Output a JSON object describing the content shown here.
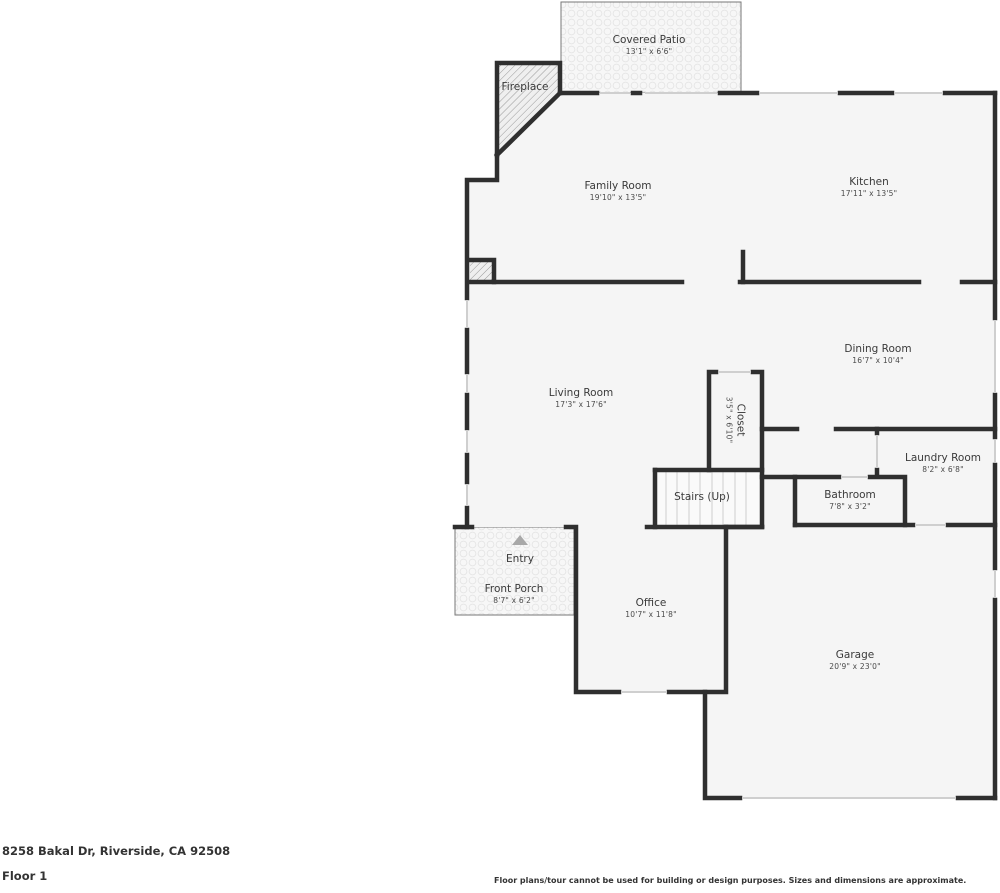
{
  "floorplan": {
    "rooms": [
      {
        "id": "covered-patio",
        "name": "Covered Patio",
        "dimensions": "13'1\" x 6'6\""
      },
      {
        "id": "fireplace",
        "name": "Fireplace",
        "dimensions": ""
      },
      {
        "id": "family-room",
        "name": "Family Room",
        "dimensions": "19'10\" x 13'5\""
      },
      {
        "id": "kitchen",
        "name": "Kitchen",
        "dimensions": "17'11\" x 13'5\""
      },
      {
        "id": "dining-room",
        "name": "Dining Room",
        "dimensions": "16'7\" x 10'4\""
      },
      {
        "id": "living-room",
        "name": "Living Room",
        "dimensions": "17'3\" x 17'6\""
      },
      {
        "id": "closet",
        "name": "Closet",
        "dimensions": "3'5\" x 6'10\""
      },
      {
        "id": "laundry-room",
        "name": "Laundry Room",
        "dimensions": "8'2\" x 6'8\""
      },
      {
        "id": "stairs",
        "name": "Stairs (Up)",
        "dimensions": ""
      },
      {
        "id": "bathroom",
        "name": "Bathroom",
        "dimensions": "7'8\" x 3'2\""
      },
      {
        "id": "entry",
        "name": "Entry",
        "dimensions": ""
      },
      {
        "id": "front-porch",
        "name": "Front Porch",
        "dimensions": "8'7\" x 6'2\""
      },
      {
        "id": "office",
        "name": "Office",
        "dimensions": "10'7\" x 11'8\""
      },
      {
        "id": "garage",
        "name": "Garage",
        "dimensions": "20'9\" x 23'0\""
      }
    ],
    "colors": {
      "wall": "#2f2f2f",
      "floor": "#f5f5f5",
      "outdoor_pattern": "#e6e6e6",
      "entry_marker": "#a8a8a8"
    }
  },
  "footer": {
    "address": "8258 Bakal Dr, Riverside, CA 92508",
    "floor": "Floor 1",
    "disclaimer": "Floor plans/tour cannot be used for building or design purposes. Sizes and dimensions are approximate."
  }
}
